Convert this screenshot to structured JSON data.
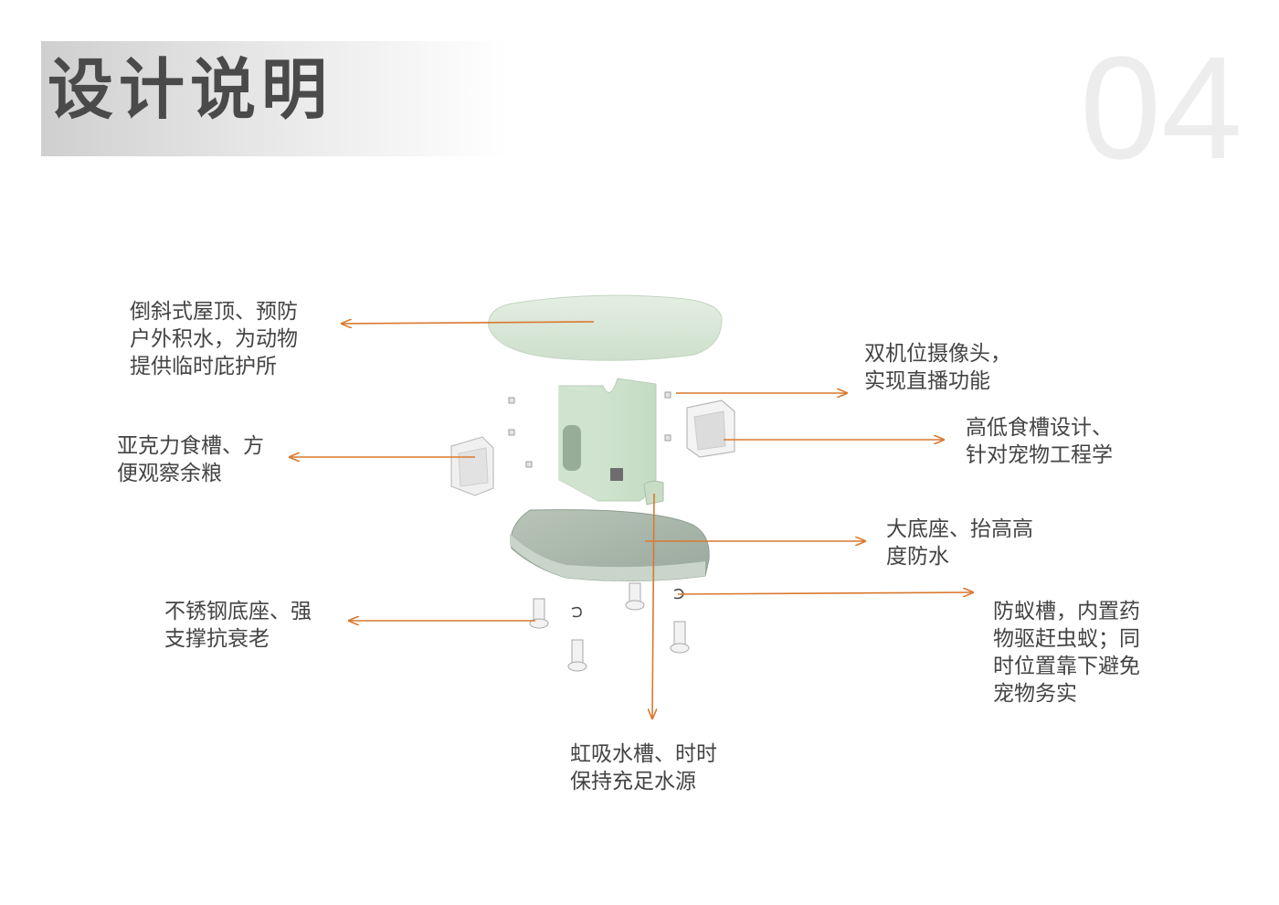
{
  "header": {
    "title": "设计说明",
    "page_number": "04"
  },
  "labels": {
    "roof": "倒斜式屋顶、预防\n户外积水，为动物\n提供临时庇护所",
    "camera": "双机位摄像头，\n实现直播功能",
    "feeder_left": "亚克力食槽、方\n便观察余粮",
    "feeder_right": "高低食槽设计、\n针对宠物工程学",
    "base": "大底座、抬高高\n度防水",
    "legs": "不锈钢底座、强\n支撑抗衰老",
    "ant_groove": "防蚁槽，内置药\n物驱赶虫蚁；同\n时位置靠下避免\n宠物务实",
    "siphon": "虹吸水槽、时时\n保持充足水源"
  },
  "colors": {
    "arrow": "#d9792f",
    "part": "#dcebdc",
    "base": "#a9b7ab"
  }
}
